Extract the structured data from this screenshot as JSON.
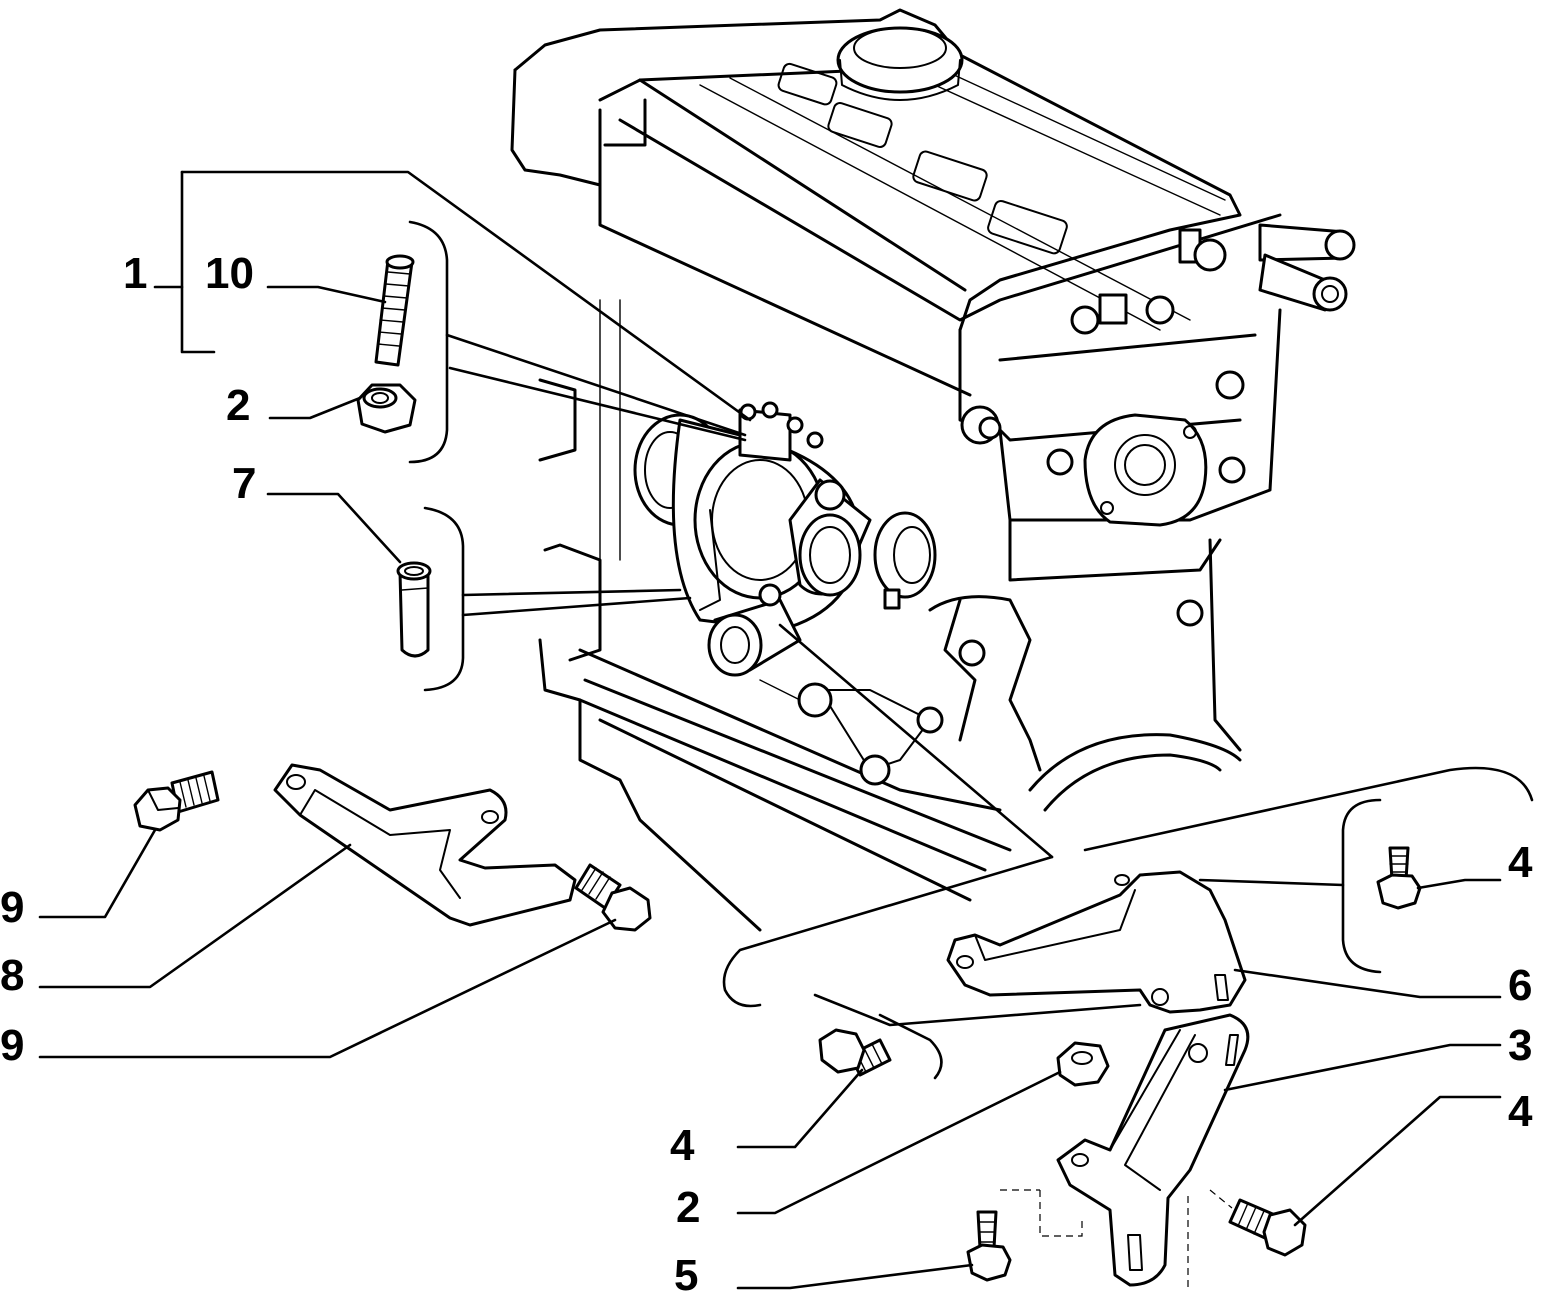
{
  "diagram": {
    "callouts": [
      {
        "id": "c1",
        "label": "1"
      },
      {
        "id": "c10",
        "label": "10"
      },
      {
        "id": "c2a",
        "label": "2"
      },
      {
        "id": "c7",
        "label": "7"
      },
      {
        "id": "c9a",
        "label": "9"
      },
      {
        "id": "c8",
        "label": "8"
      },
      {
        "id": "c9b",
        "label": "9"
      },
      {
        "id": "c4a",
        "label": "4"
      },
      {
        "id": "c6",
        "label": "6"
      },
      {
        "id": "c3",
        "label": "3"
      },
      {
        "id": "c4b",
        "label": "4"
      },
      {
        "id": "c4c",
        "label": "4"
      },
      {
        "id": "c2b",
        "label": "2"
      },
      {
        "id": "c5",
        "label": "5"
      }
    ]
  }
}
